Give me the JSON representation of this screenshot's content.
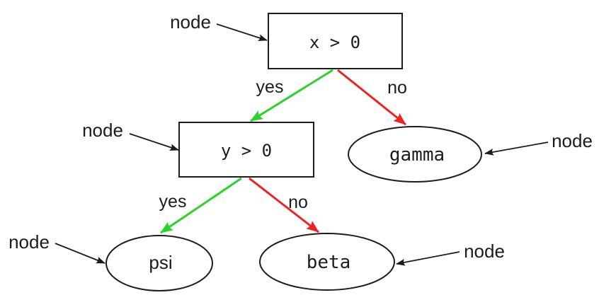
{
  "colors": {
    "background": "#ffffff",
    "outline": "#1c1c1c",
    "annotation": "#1c1c1c",
    "yes_edge": "#28d428",
    "no_edge": "#ee2222"
  },
  "nodes": {
    "root": {
      "label": "x > 0",
      "shape": "rect"
    },
    "child": {
      "label": "y > 0",
      "shape": "rect"
    },
    "gamma": {
      "label": "gamma",
      "shape": "ellipse"
    },
    "psi": {
      "label": "psi",
      "shape": "ellipse"
    },
    "beta": {
      "label": "beta",
      "shape": "ellipse"
    }
  },
  "edges": {
    "root_yes": {
      "label": "yes",
      "from": "x > 0",
      "to": "y > 0"
    },
    "root_no": {
      "label": "no",
      "from": "x > 0",
      "to": "gamma"
    },
    "child_yes": {
      "label": "yes",
      "from": "y > 0",
      "to": "psi"
    },
    "child_no": {
      "label": "no",
      "from": "y > 0",
      "to": "beta"
    }
  },
  "annotations": [
    "node",
    "node",
    "node",
    "node",
    "node"
  ]
}
